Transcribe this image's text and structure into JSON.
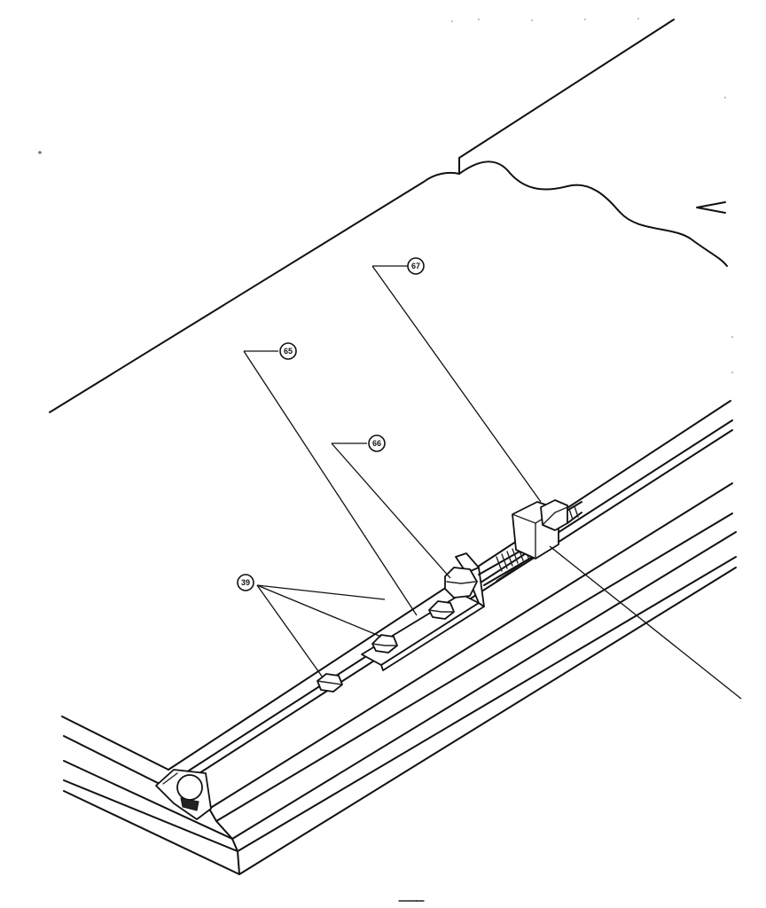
{
  "callouts": [
    {
      "id": "67",
      "label": "67"
    },
    {
      "id": "65",
      "label": "65"
    },
    {
      "id": "66",
      "label": "66"
    },
    {
      "id": "39",
      "label": "39"
    }
  ]
}
